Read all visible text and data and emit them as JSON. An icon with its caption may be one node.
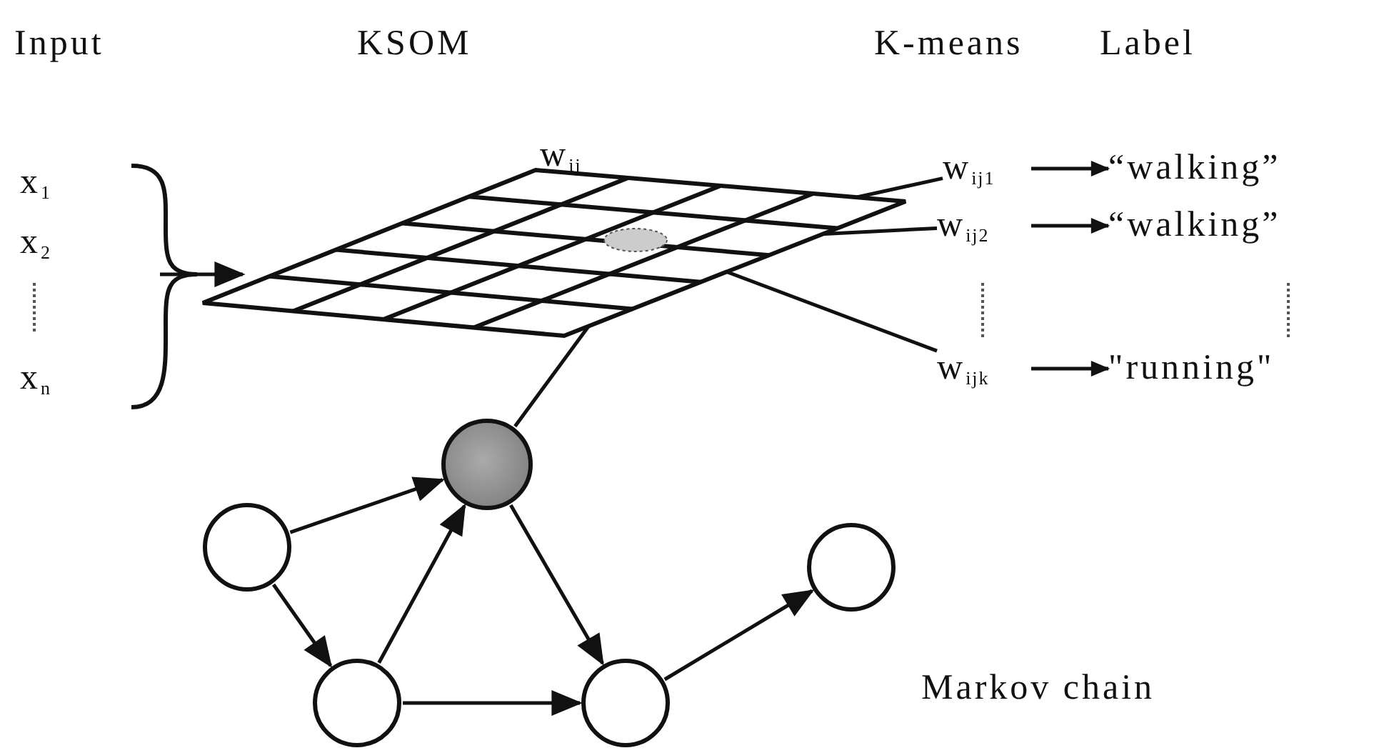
{
  "diagram": {
    "nodes": [
      {
        "text": [],
        "shape": "grid"
      },
      {
        "text": [
          "w$_{ij1}$"
        ]
      },
      {
        "text": [
          "w$_{ij2}$"
        ]
      },
      {
        "text": [
          "w$_{ijk}$"
        ]
      },
      {
        "text": [
          "“walking”"
        ]
      },
      {
        "text": [
          "“walking”"
        ]
      },
      {
        "text": [
          "\"running\""
        ]
      },
      {
        "text": [],
        "shape": "circle"
      },
      {
        "text": [],
        "shape": "circle"
      },
      {
        "text": [],
        "shape": "circle"
      },
      {
        "text": [],
        "shape": "circle"
      },
      {
        "text": [],
        "shape": "circle"
      }
    ],
    "edges": [
      {
        "from": null,
        "to": 0,
        "arrow": "to"
      },
      {
        "from": 0,
        "to": 1,
        "arrow": "none"
      },
      {
        "from": 0,
        "to": 2,
        "arrow": "none"
      },
      {
        "from": 0,
        "to": 3,
        "arrow": "none"
      },
      {
        "from": 1,
        "to": 4,
        "arrow": "to"
      },
      {
        "from": 2,
        "to": 5,
        "arrow": "to"
      },
      {
        "from": 3,
        "to": 6,
        "arrow": "to"
      },
      {
        "from": 0,
        "to": 8,
        "arrow": "none"
      },
      {
        "from": 7,
        "to": 8,
        "arrow": "to"
      },
      {
        "from": 7,
        "to": 9,
        "arrow": "to"
      },
      {
        "from": 9,
        "to": 8,
        "arrow": "to"
      },
      {
        "from": 9,
        "to": 10,
        "arrow": "to"
      },
      {
        "from": 8,
        "to": 10,
        "arrow": "to"
      },
      {
        "from": 10,
        "to": 11,
        "arrow": "to"
      }
    ],
    "labels": [
      "Input",
      "KSOM",
      "K-means",
      "Label",
      "x$_{1}$",
      "x$_{2}$",
      "x$_{n}$",
      "w$_{ij}$",
      "Markov chain"
    ]
  }
}
